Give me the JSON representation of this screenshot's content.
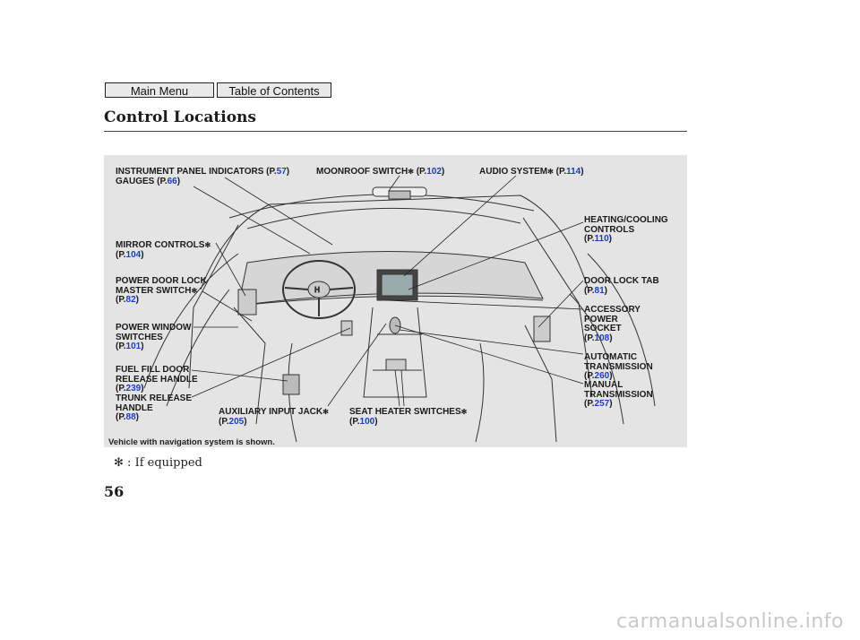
{
  "nav": {
    "main_menu": "Main Menu",
    "table_of_contents": "Table of Contents"
  },
  "page": {
    "title": "Control Locations",
    "number": "56"
  },
  "legend": {
    "symbol": "✻",
    "separator": " : ",
    "text": "If equipped"
  },
  "figure": {
    "note": "Vehicle with navigation system is shown.",
    "labels": {
      "instrument_panel_indicators": {
        "text": "INSTRUMENT PANEL INDICATORS",
        "ref": "57"
      },
      "gauges": {
        "text": "GAUGES",
        "ref": "66"
      },
      "moonroof_switch": {
        "text": "MOONROOF SWITCH",
        "ref": "102"
      },
      "audio_system": {
        "text": "AUDIO SYSTEM",
        "ref": "114"
      },
      "mirror_controls": {
        "text": "MIRROR CONTROLS",
        "ref": "104"
      },
      "power_door_lock": {
        "line1": "POWER DOOR LOCK",
        "line2": "MASTER SWITCH",
        "ref": "82"
      },
      "power_window": {
        "line1": "POWER WINDOW",
        "line2": "SWITCHES",
        "ref": "101"
      },
      "fuel_fill_door": {
        "line1": "FUEL FILL DOOR",
        "line2": "RELEASE HANDLE",
        "ref": "239"
      },
      "trunk_release": {
        "line1": "TRUNK RELEASE",
        "line2": "HANDLE",
        "ref": "88"
      },
      "auxiliary_input": {
        "text": "AUXILIARY INPUT JACK",
        "ref": "205"
      },
      "seat_heater": {
        "text": "SEAT HEATER SWITCHES",
        "ref": "100"
      },
      "heating_cooling": {
        "line1": "HEATING/COOLING",
        "line2": "CONTROLS",
        "ref": "110"
      },
      "door_lock_tab": {
        "text": "DOOR LOCK TAB",
        "ref": "81"
      },
      "accessory_socket": {
        "line1": "ACCESSORY",
        "line2": "POWER",
        "line3": "SOCKET",
        "ref": "108"
      },
      "automatic_transmission": {
        "line1": "AUTOMATIC",
        "line2": "TRANSMISSION",
        "ref": "260"
      },
      "manual_transmission": {
        "line1": "MANUAL",
        "line2": "TRANSMISSION",
        "ref": "257"
      }
    },
    "page_prefix": "P.",
    "star": "✻"
  },
  "watermark": "carmanualsonline.info"
}
